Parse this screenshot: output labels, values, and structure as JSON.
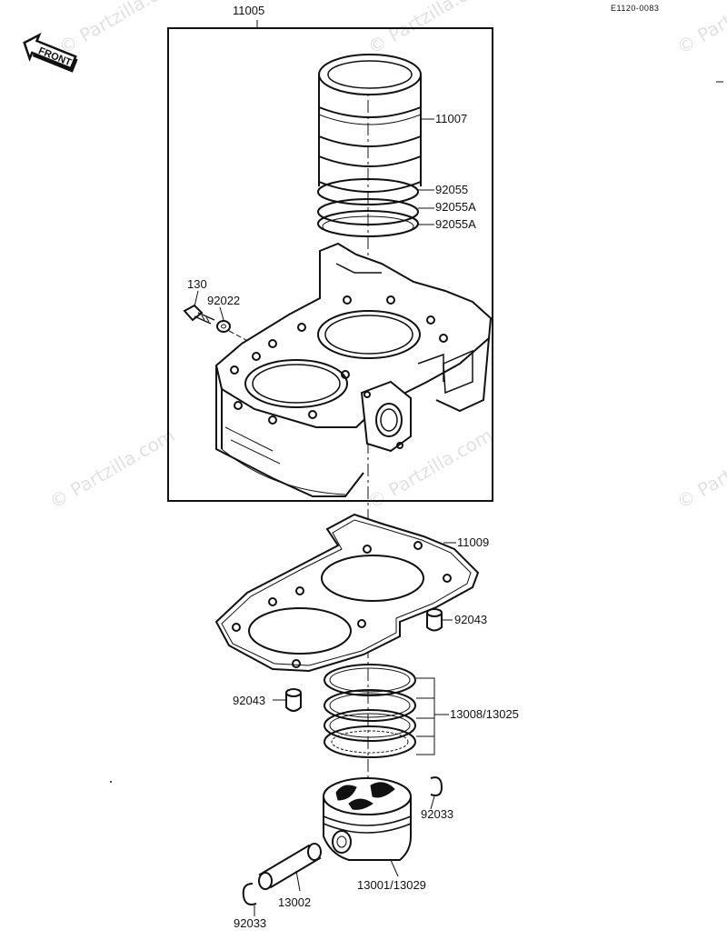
{
  "diagram": {
    "drawing_code": "E1120-0083",
    "front_label": "FRONT",
    "watermark": "© Partzilla.com",
    "parts": [
      {
        "id": "assembly",
        "number": "11005"
      },
      {
        "id": "sleeve",
        "number": "11007"
      },
      {
        "id": "oring-1",
        "number": "92055"
      },
      {
        "id": "oring-2",
        "number": "92055A"
      },
      {
        "id": "oring-3",
        "number": "92055A"
      },
      {
        "id": "bolt",
        "number": "130"
      },
      {
        "id": "washer",
        "number": "92022"
      },
      {
        "id": "gasket",
        "number": "11009"
      },
      {
        "id": "dowel-right",
        "number": "92043"
      },
      {
        "id": "dowel-left",
        "number": "92043"
      },
      {
        "id": "rings",
        "number": "13008/13025"
      },
      {
        "id": "clip-right",
        "number": "92033"
      },
      {
        "id": "piston",
        "number": "13001/13029"
      },
      {
        "id": "pin",
        "number": "13002"
      },
      {
        "id": "clip-left",
        "number": "92033"
      }
    ]
  }
}
